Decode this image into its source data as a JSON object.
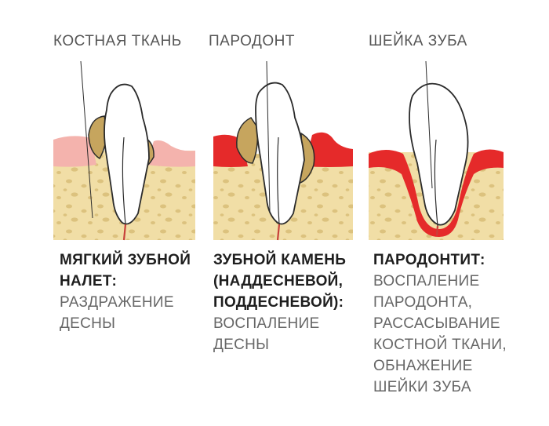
{
  "labels": {
    "bone": "КОСТНАЯ ТКАНЬ",
    "periodontium": "ПАРОДОНТ",
    "tooth_neck": "ШЕЙКА ЗУБА"
  },
  "stages": [
    {
      "title": [
        "МЯГКИЙ ЗУБНОЙ",
        "НАЛЕТ:"
      ],
      "desc": [
        "РАЗДРАЖЕНИЕ",
        "ДЕСНЫ"
      ]
    },
    {
      "title": [
        "ЗУБНОЙ КАМЕНЬ",
        "(НАДДЕСНЕВОЙ,",
        "ПОДДЕСНЕВОЙ):"
      ],
      "desc": [
        "ВОСПАЛЕНИЕ",
        "ДЕСНЫ"
      ]
    },
    {
      "title": [
        "ПАРОДОНТИТ:"
      ],
      "desc": [
        "ВОСПАЛЕНИЕ",
        "ПАРОДОНТА,",
        "РАССАСЫВАНИЕ",
        "КОСТНОЙ ТКАНИ,",
        "ОБНАЖЕНИЕ",
        "ШЕЙКИ ЗУБА"
      ]
    }
  ],
  "colors": {
    "bone": "#f1dea6",
    "bone_spots": "#dcc27e",
    "healthy_gum": "#f4b3ad",
    "inflamed_gum": "#e52a2a",
    "plaque": "#c6a55e",
    "nerve": "#c8413a",
    "outline": "#2b2b2b"
  }
}
